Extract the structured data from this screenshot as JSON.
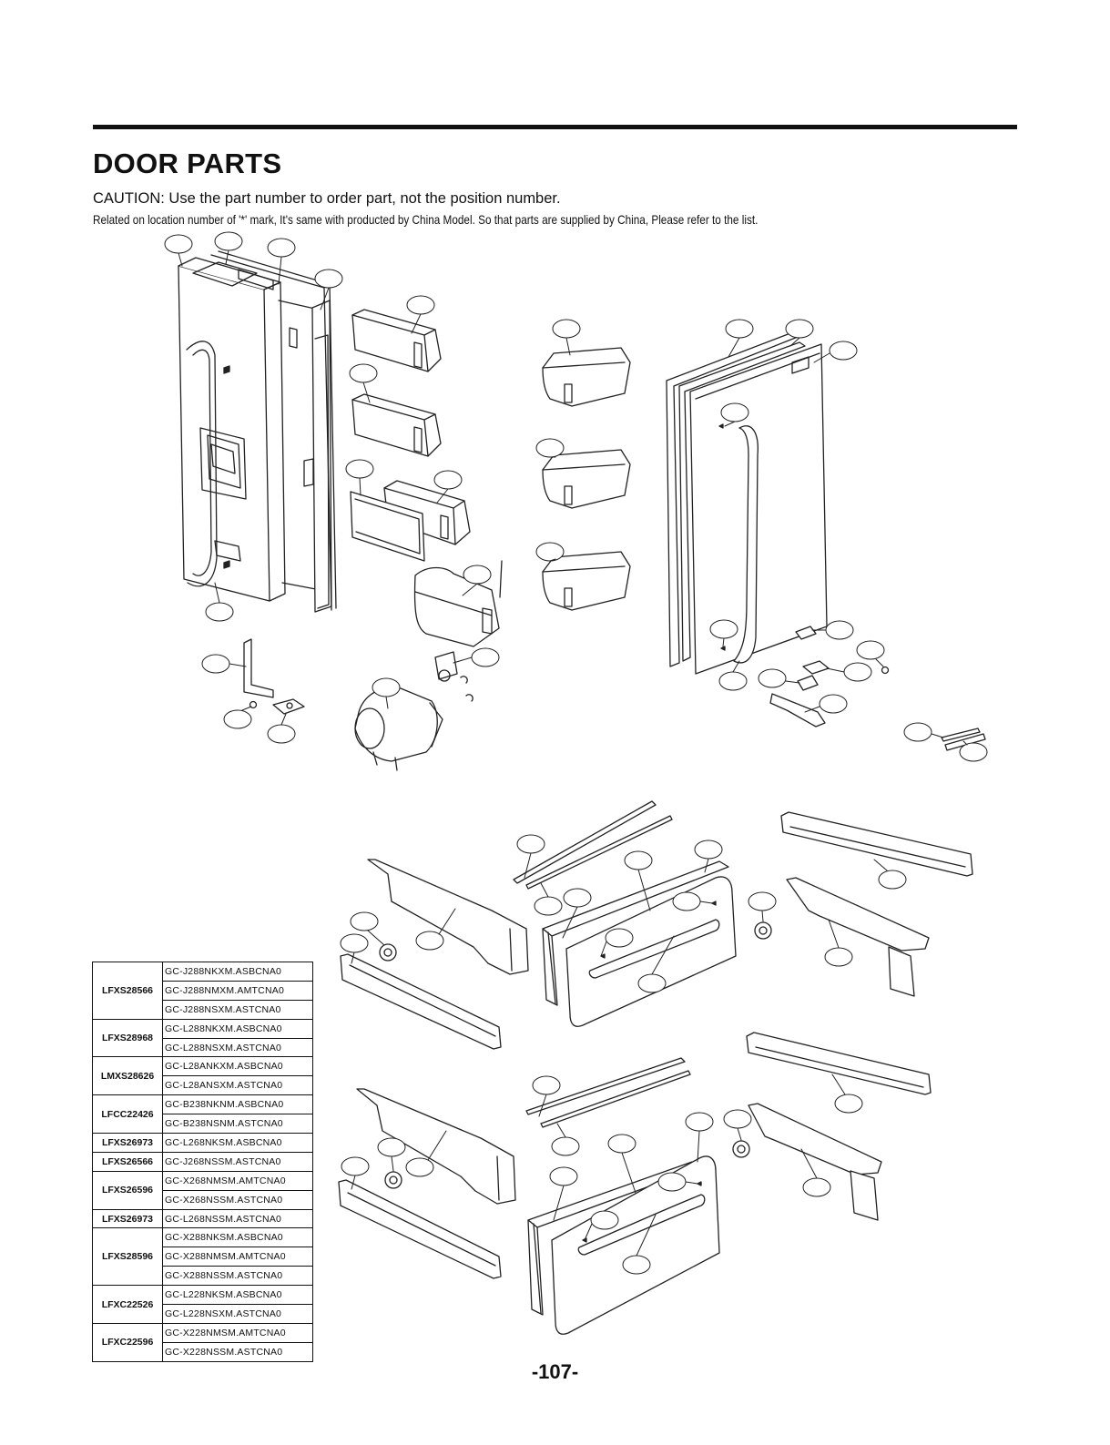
{
  "header": {
    "title": "DOOR PARTS",
    "caution": "CAUTION: Use the part number to order part, not the position number.",
    "related": "Related on location number of '*' mark, It's same with producted by China Model. So that parts are supplied by China, Please refer to the list."
  },
  "model_table": [
    {
      "model": "LFXS28566",
      "codes": [
        "GC-J288NKXM.ASBCNA0",
        "GC-J288NMXM.AMTCNA0",
        "GC-J288NSXM.ASTCNA0"
      ]
    },
    {
      "model": "LFXS28968",
      "codes": [
        "GC-L288NKXM.ASBCNA0",
        "GC-L288NSXM.ASTCNA0"
      ]
    },
    {
      "model": "LMXS28626",
      "codes": [
        "GC-L28ANKXM.ASBCNA0",
        "GC-L28ANSXM.ASTCNA0"
      ]
    },
    {
      "model": "LFCC22426",
      "codes": [
        "GC-B238NKNM.ASBCNA0",
        "GC-B238NSNM.ASTCNA0"
      ]
    },
    {
      "model": "LFXS26973",
      "codes": [
        "GC-L268NKSM.ASBCNA0"
      ]
    },
    {
      "model": "LFXS26566",
      "codes": [
        "GC-J268NSSM.ASTCNA0"
      ]
    },
    {
      "model": "LFXS26596",
      "codes": [
        "GC-X268NMSM.AMTCNA0",
        "GC-X268NSSM.ASTCNA0"
      ]
    },
    {
      "model": "LFXS26973",
      "codes": [
        "GC-L268NSSM.ASTCNA0"
      ]
    },
    {
      "model": "LFXS28596",
      "codes": [
        "GC-X288NKSM.ASBCNA0",
        "GC-X288NMSM.AMTCNA0",
        "GC-X288NSSM.ASTCNA0"
      ]
    },
    {
      "model": "LFXC22526",
      "codes": [
        "GC-L228NKSM.ASBCNA0",
        "GC-L228NSXM.ASTCNA0"
      ]
    },
    {
      "model": "LFXC22596",
      "codes": [
        "GC-X228NMSM.AMTCNA0",
        "GC-X228NSSM.ASTCNA0"
      ]
    }
  ],
  "page_number": "-107-"
}
